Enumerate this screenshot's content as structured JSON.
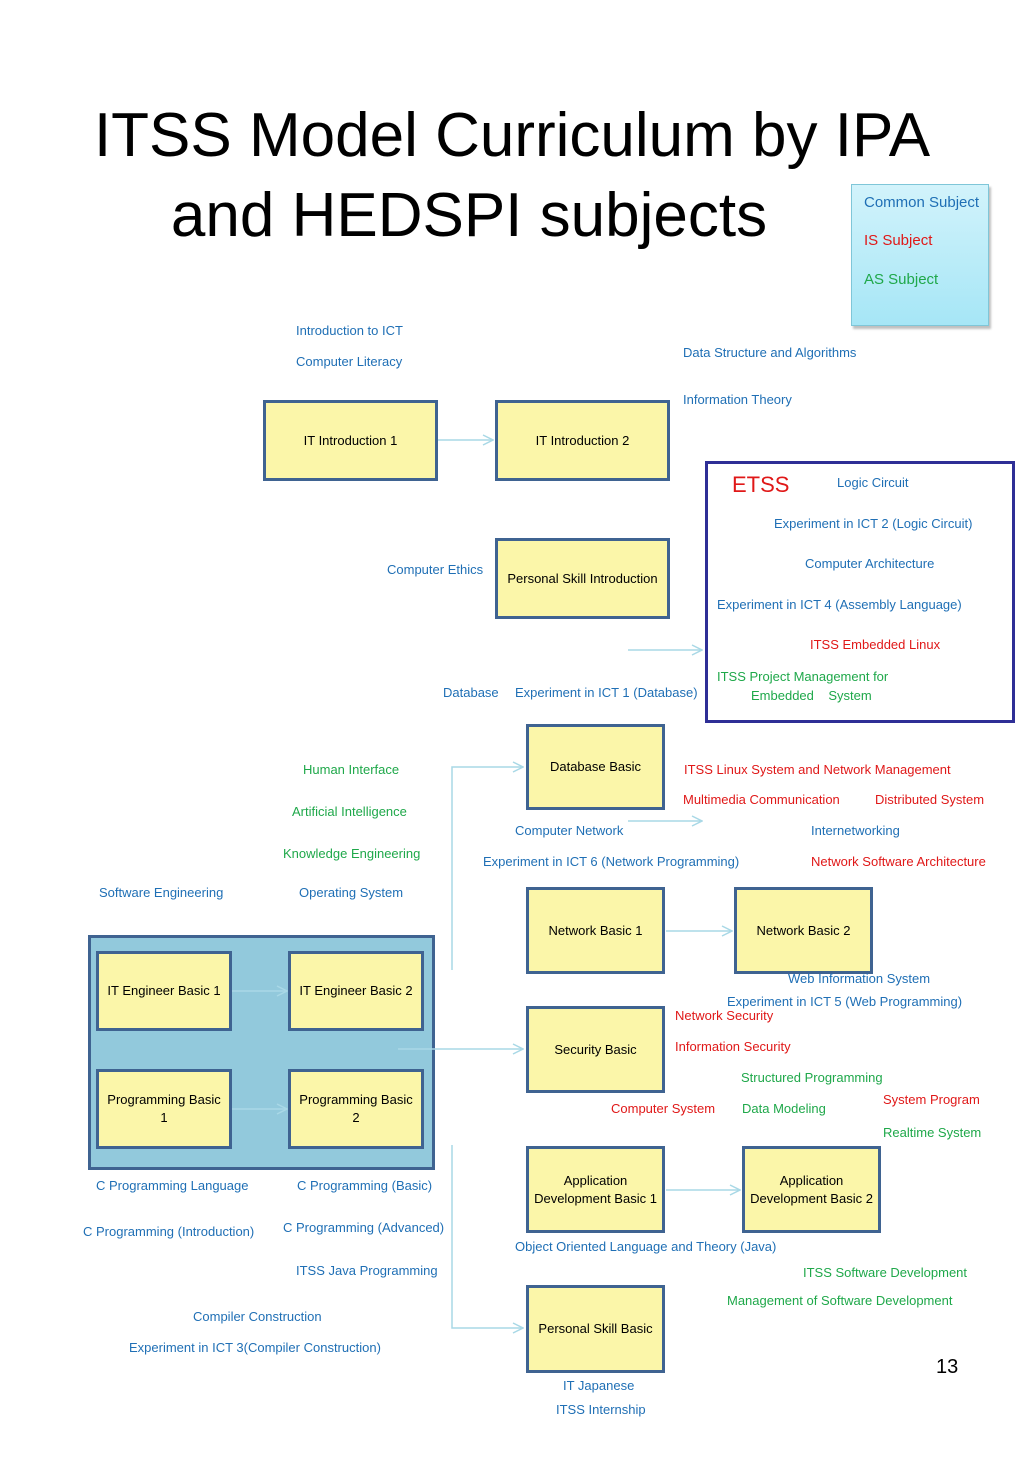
{
  "title_line1": "ITSS Model Curriculum by IPA",
  "title_line2": "and HEDSPI subjects",
  "legend": {
    "common": "Common Subject",
    "is": "IS Subject",
    "as": "AS Subject"
  },
  "colors": {
    "common": "#1f6fb5",
    "is": "#e01818",
    "as": "#1fa84a",
    "box_fill": "#fbf6a9",
    "box_border": "#3f6391"
  },
  "etss_label": "ETSS",
  "boxes": {
    "it_intro_1": "IT Introduction 1",
    "it_intro_2": "IT Introduction 2",
    "personal_skill_intro": "Personal Skill Introduction",
    "database_basic": "Database Basic",
    "network_basic_1": "Network Basic 1",
    "network_basic_2": "Network Basic 2",
    "it_eng_basic_1": "IT Engineer Basic 1",
    "it_eng_basic_2": "IT Engineer Basic 2",
    "prog_basic_1": "Programming Basic 1",
    "prog_basic_2": "Programming Basic 2",
    "security_basic": "Security Basic",
    "app_dev_1": "Application Development Basic 1",
    "app_dev_2": "Application Development Basic 2",
    "personal_skill_basic": "Personal Skill Basic"
  },
  "subjects": {
    "intro_ict": "Introduction to ICT",
    "computer_literacy": "Computer Literacy",
    "dsa": "Data Structure and Algorithms",
    "info_theory": "Information Theory",
    "logic_circuit": "Logic Circuit",
    "exp_ict2": "Experiment in ICT 2 (Logic Circuit)",
    "comp_arch": "Computer Architecture",
    "exp_ict4": "Experiment in ICT 4 (Assembly Language)",
    "itss_emb_linux": "ITSS Embedded Linux",
    "itss_pm_line1": "ITSS Project Management for",
    "itss_pm_line2": "Embedded    System",
    "computer_ethics": "Computer Ethics",
    "database": "Database",
    "exp_ict1": "Experiment in ICT 1 (Database)",
    "human_interface": "Human Interface",
    "ai": "Artificial Intelligence",
    "knowledge_eng": "Knowledge Engineering",
    "software_eng": "Software Engineering",
    "operating_system": "Operating System",
    "itss_linux_net": "ITSS Linux System and Network Management",
    "multimedia": "Multimedia Communication",
    "distributed": "Distributed System",
    "computer_network": "Computer Network",
    "internetworking": "Internetworking",
    "exp_ict6": "Experiment in ICT 6 (Network Programming)",
    "net_sw_arch": "Network Software Architecture",
    "web_info": "Web Information System",
    "exp_ict5": "Experiment in ICT 5 (Web Programming)",
    "network_security": "Network Security",
    "info_security": "Information Security",
    "structured_prog": "Structured Programming",
    "computer_system": "Computer System",
    "data_modeling": "Data Modeling",
    "system_program": "System Program",
    "realtime": "Realtime System",
    "c_lang": "C Programming Language",
    "c_basic": "C Programming (Basic)",
    "c_intro": "C Programming (Introduction)",
    "c_adv": "C Programming (Advanced)",
    "itss_java": "ITSS Java Programming",
    "oop_java": "Object Oriented Language and Theory (Java)",
    "itss_sw_dev": "ITSS Software Development",
    "mgmt_sw_dev": "Management of Software Development",
    "compiler": "Compiler Construction",
    "exp_ict3": "Experiment in ICT 3(Compiler Construction)",
    "it_japanese": "IT Japanese",
    "itss_internship": "ITSS Internship"
  },
  "page_number": "13"
}
